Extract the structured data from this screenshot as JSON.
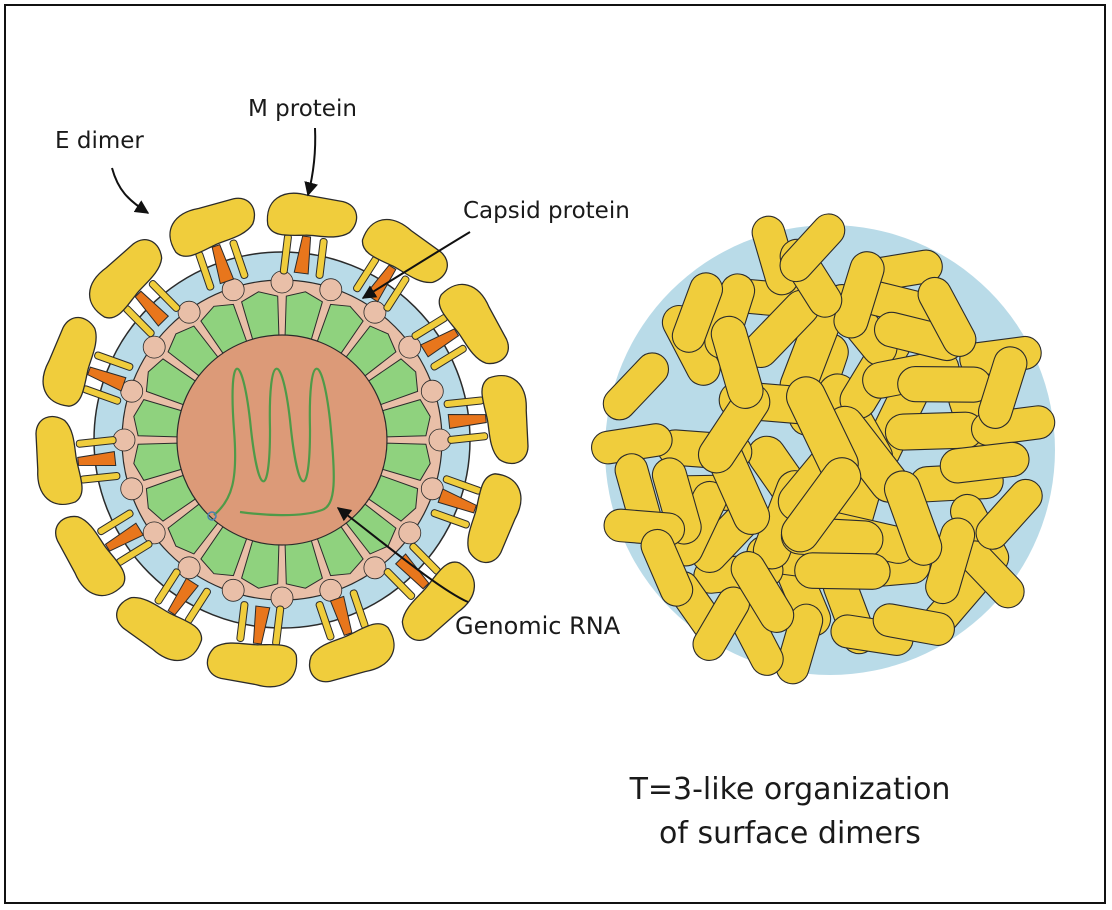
{
  "labels": {
    "e_dimer": "E dimer",
    "m_protein": "M protein",
    "capsid_protein": "Capsid protein",
    "genomic_rna": "Genomic RNA"
  },
  "caption": {
    "line1": "T=3-like organization",
    "line2": "of surface dimers"
  },
  "colors": {
    "envelope_yellow": "#f0cd3c",
    "membrane_blue": "#b9dbe8",
    "capsid_pink": "#e9bfa8",
    "capsid_green": "#8fd27e",
    "core_salmon": "#dc9a78",
    "m_protein_orange": "#e8761c",
    "rna_green": "#4f9a48",
    "outline": "#2b2b2b"
  }
}
